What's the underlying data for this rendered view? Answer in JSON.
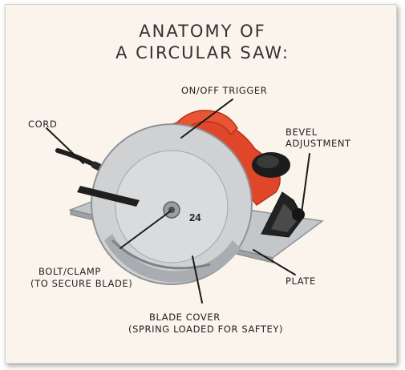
{
  "title": {
    "line1": "ANATOMY OF",
    "line2": "A CIRCULAR SAW:"
  },
  "labels": {
    "trigger": "ON/OFF TRIGGER",
    "cord": "CORD",
    "bevel_line1": "BEVEL",
    "bevel_line2": "ADJUSTMENT",
    "bolt_line1": "BOLT/CLAMP",
    "bolt_line2": "(TO SECURE BLADE)",
    "plate": "PLATE",
    "cover_line1": "BLADE COVER",
    "cover_line2": "(SPRING LOADED FOR SAFTEY)"
  },
  "saw": {
    "blade_number": "24"
  },
  "colors": {
    "background": "#fbf4ec",
    "body_orange": "#e0462a",
    "guard_silver": "#c9cbcd",
    "plate_silver": "#b9bcbf",
    "black": "#1f1f1f",
    "text": "#222222"
  }
}
